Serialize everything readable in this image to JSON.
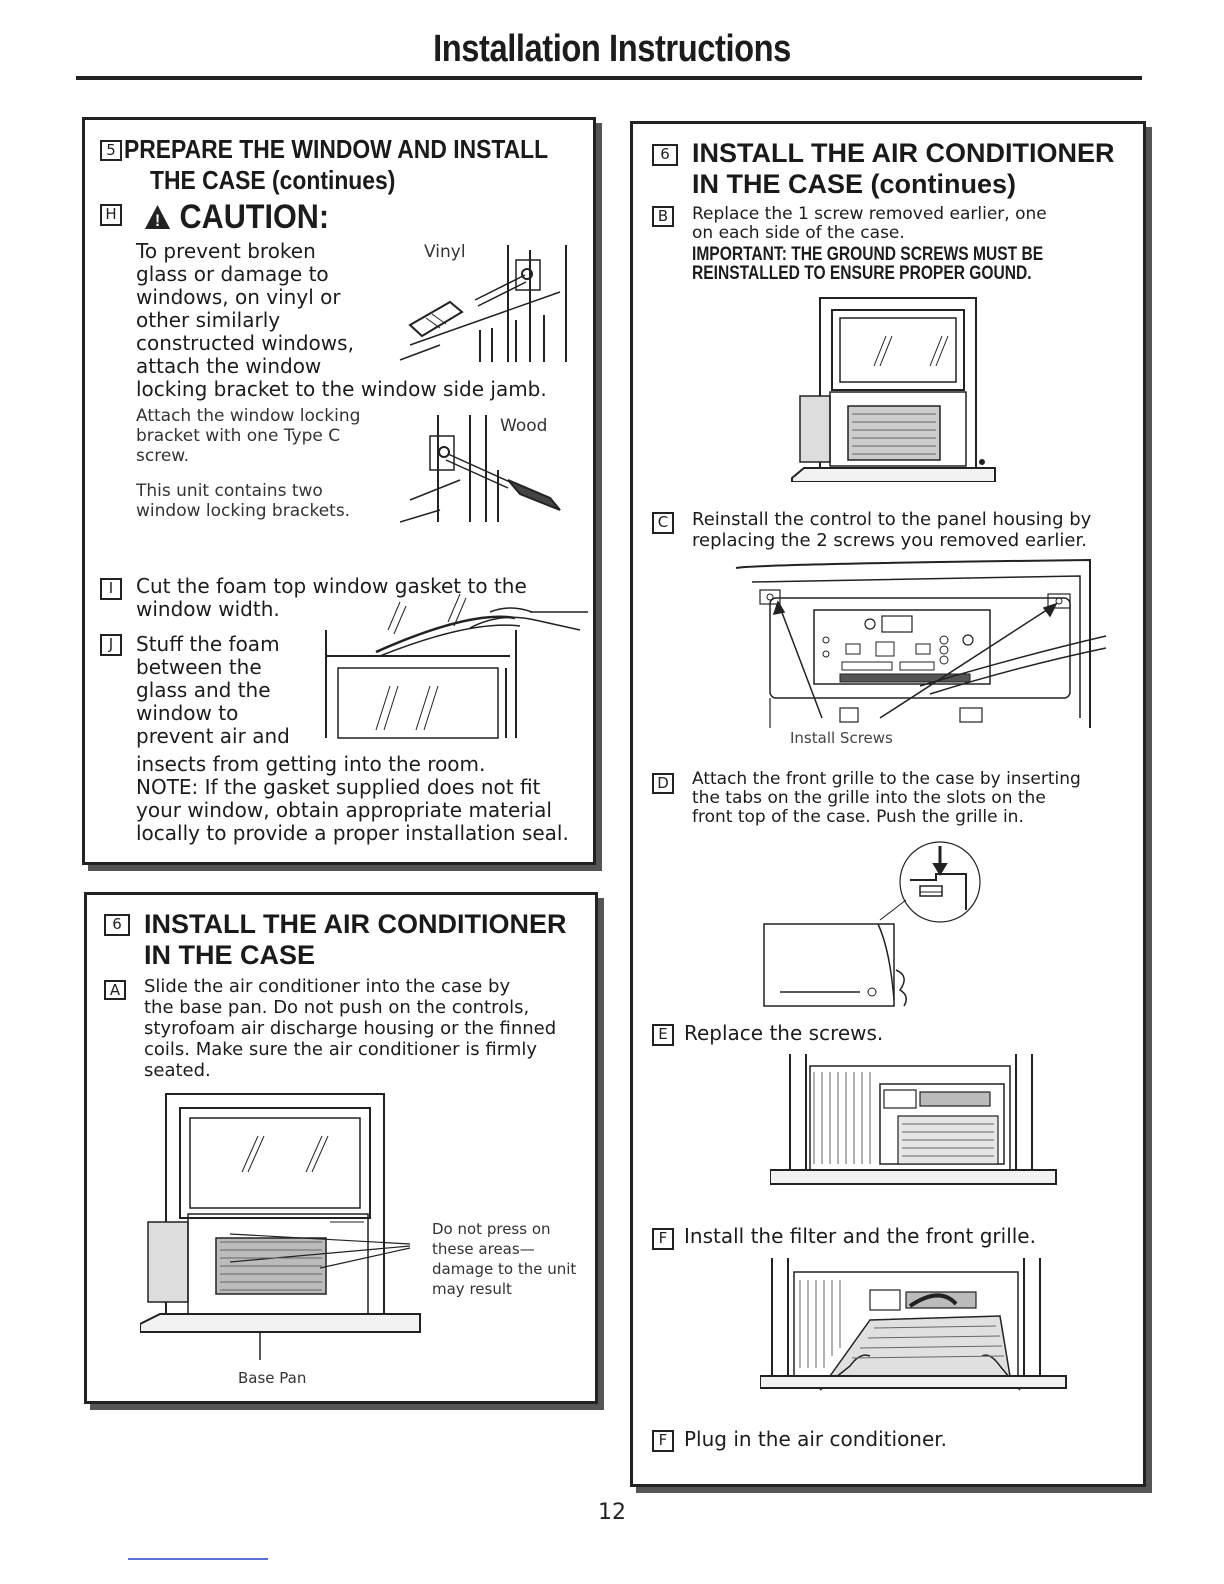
{
  "header": {
    "title": "Installation Instructions"
  },
  "prepare": {
    "number": "5",
    "title_line1": "PREPARE THE WINDOW AND INSTALL",
    "title_line2": "THE CASE (continues)",
    "step_h": {
      "letter": "H",
      "caution": "CAUTION:",
      "lines": [
        "To prevent broken",
        "glass or damage to",
        "windows, on vinyl or",
        "other similarly",
        "constructed windows,",
        "attach the window"
      ],
      "line_full": "locking bracket to the window side jamb.",
      "vinyl_label": "Vinyl",
      "wood_label": "Wood",
      "attach_lines": [
        "Attach the window locking",
        "bracket with one Type C",
        "screw."
      ],
      "contains_lines": [
        "This unit contains two",
        "window locking brackets."
      ]
    },
    "step_i": {
      "letter": "I",
      "lines": [
        "Cut the foam top window gasket to the",
        "window width."
      ]
    },
    "step_j": {
      "letter": "J",
      "lines": [
        "Stuff the foam",
        "between the",
        "glass and the",
        "window to",
        "prevent air and"
      ],
      "line_full": "insects from getting into the room.",
      "note_lines": [
        "NOTE: If the gasket supplied does not fit",
        "your window, obtain appropriate material",
        "locally to provide a proper installation seal."
      ]
    }
  },
  "install_left": {
    "number": "6",
    "title_line1": "INSTALL THE AIR CONDITIONER",
    "title_line2": "IN THE CASE",
    "step_a": {
      "letter": "A",
      "lines": [
        "Slide the air conditioner into the case by",
        "the base pan. Do not push on the controls,",
        "styrofoam air discharge housing or the finned",
        "coils. Make sure the air conditioner is firmly",
        "seated."
      ]
    },
    "callout_lines": [
      "Do not press on",
      "these areas—",
      "damage to the unit",
      "may result"
    ],
    "base_pan_label": "Base Pan"
  },
  "install_right": {
    "number": "6",
    "title_line1": "INSTALL THE AIR CONDITIONER",
    "title_line2": "IN THE CASE (continues)",
    "step_b": {
      "letter": "B",
      "lines": [
        "Replace the 1 screw removed earlier, one",
        "on each side of the case."
      ],
      "important_lines": [
        "IMPORTANT:  THE GROUND SCREWS MUST BE",
        "REINSTALLED TO ENSURE PROPER GOUND."
      ]
    },
    "step_c": {
      "letter": "C",
      "lines": [
        "Reinstall the control to the panel housing by",
        "replacing the 2 screws you removed earlier."
      ],
      "screws_label": "Install Screws"
    },
    "step_d": {
      "letter": "D",
      "lines": [
        "Attach the front grille to the case by inserting",
        "the tabs on the grille into the slots on the",
        "front top of the case. Push the grille in."
      ]
    },
    "step_e": {
      "letter": "E",
      "text": "Replace the screws."
    },
    "step_f1": {
      "letter": "F",
      "text": "Install the filter and the front grille."
    },
    "step_f2": {
      "letter": "F",
      "text": "Plug in the air conditioner."
    }
  },
  "footer": {
    "page_number": "12"
  }
}
